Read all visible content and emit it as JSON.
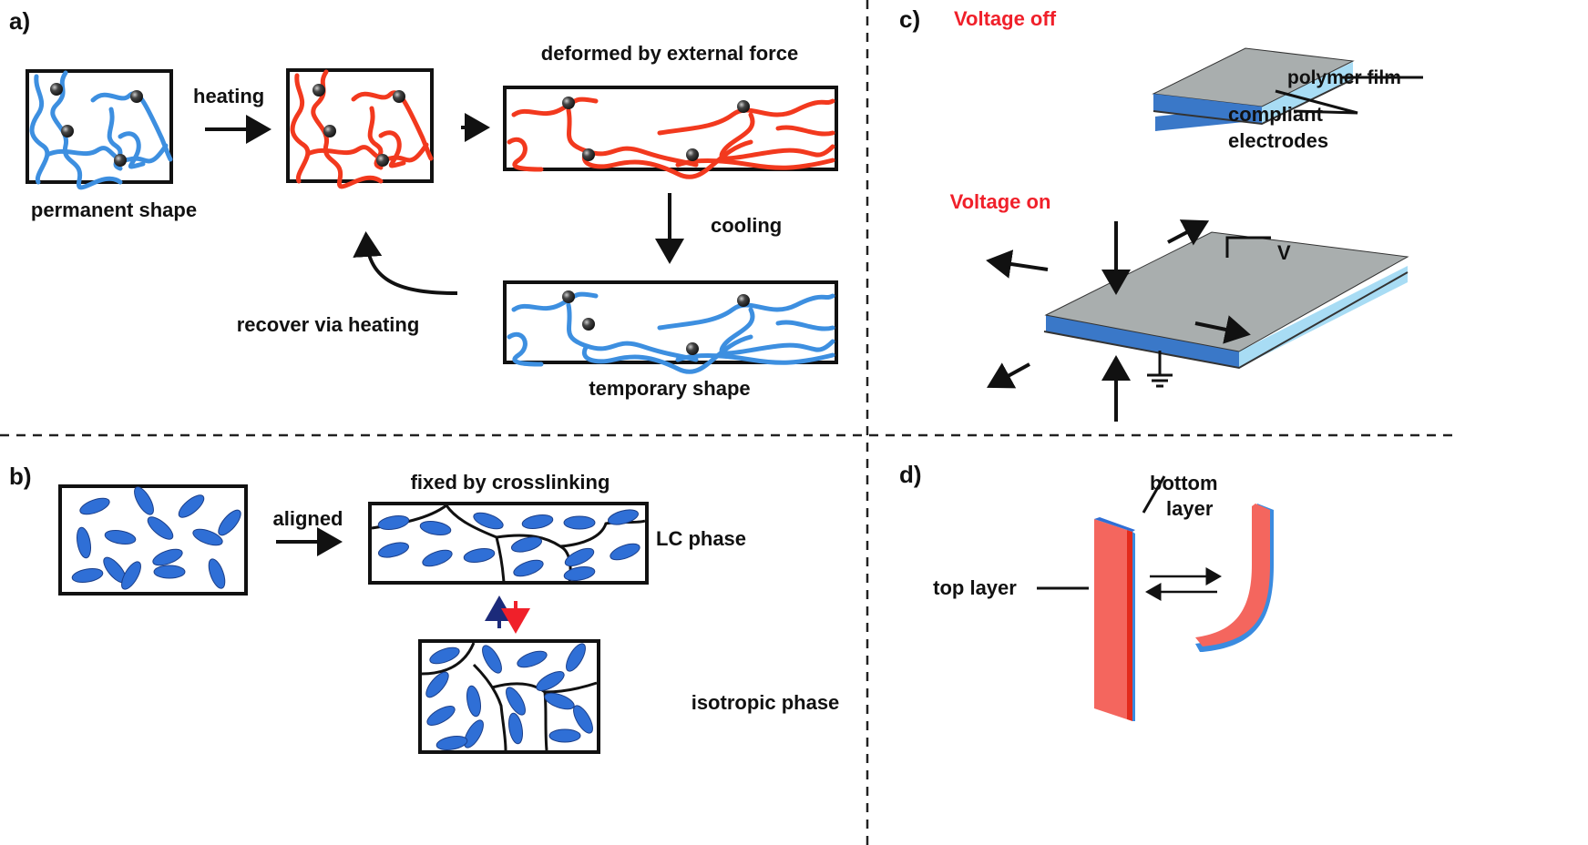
{
  "panels": {
    "a": {
      "label": "a)",
      "heating": "heating",
      "deformed": "deformed by external force",
      "permanent": "permanent shape",
      "cooling": "cooling",
      "recover": "recover via heating",
      "temporary": "temporary shape"
    },
    "b": {
      "label": "b)",
      "aligned": "aligned",
      "fixed": "fixed by crosslinking",
      "lc_phase": "LC phase",
      "isotropic": "isotropic phase"
    },
    "c": {
      "label": "c)",
      "voltage_off": "Voltage off",
      "voltage_on": "Voltage on",
      "polymer_film": "polymer film",
      "compliant": "compliant",
      "electrodes": "electrodes",
      "v": "V"
    },
    "d": {
      "label": "d)",
      "bottom": "bottom",
      "layer": "layer",
      "top_layer": "top layer"
    }
  },
  "colors": {
    "cold_chain": "#3d8fe0",
    "hot_chain": "#f2391e",
    "voltage_label": "#f0202a",
    "electrode_gray": "#a9aeae",
    "film_dark_blue": "#3a78c8",
    "film_light_blue": "#a8dcf4",
    "top_layer_red": "#f4665e"
  }
}
